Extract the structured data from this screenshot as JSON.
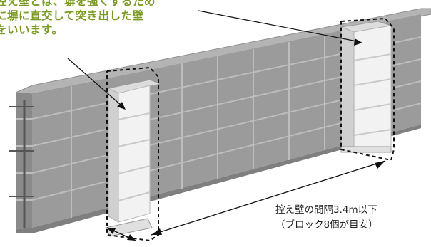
{
  "callout": {
    "lines": [
      "控え壁とは、塀を強くするため",
      "に塀に直交して突き出した壁",
      "をいいます。"
    ],
    "color": "#7a9a25"
  },
  "spacing_note": {
    "line1": "控え壁の間隔3.4m以下",
    "line2": "（ブロック8個が目安）"
  },
  "colors": {
    "block_face": "#9a9a9a",
    "block_top": "#a8a8a8",
    "buttress": "#f0f0f0",
    "lines": "#111111"
  }
}
